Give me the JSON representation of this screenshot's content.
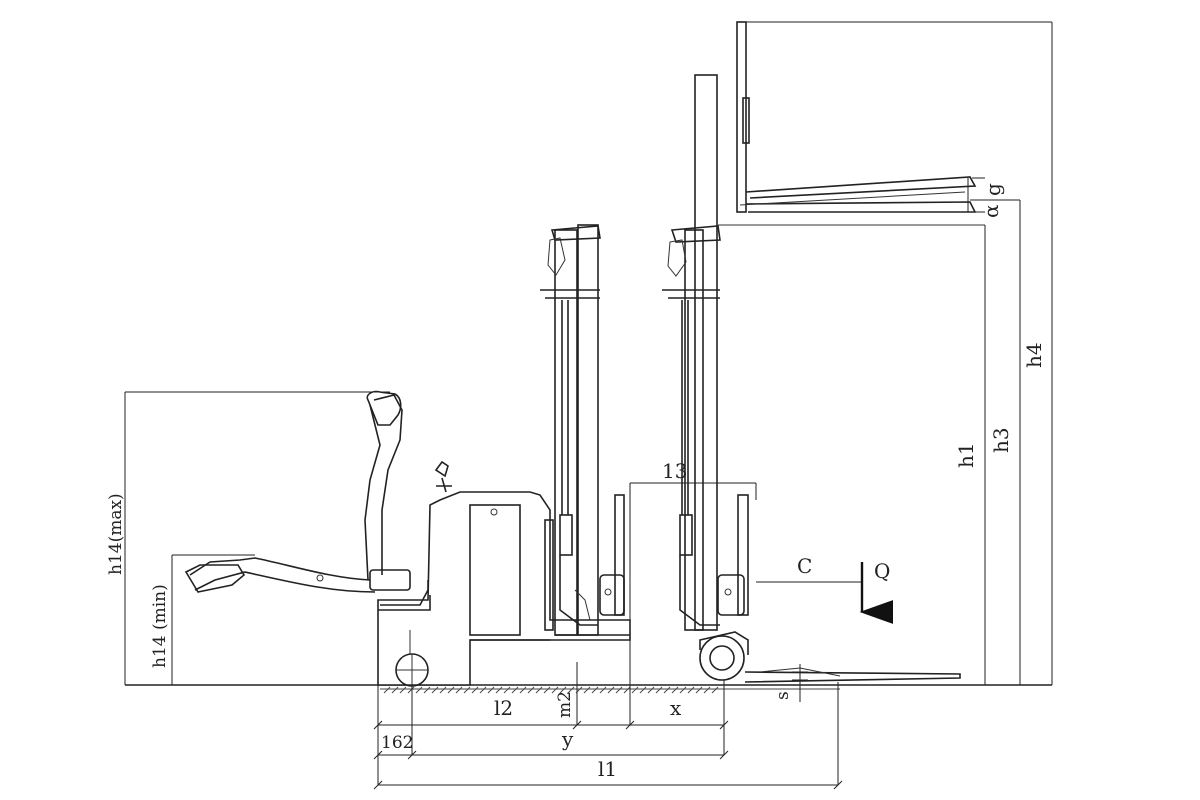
{
  "dimension_labels": {
    "h14_max": "h14(max)",
    "h14_min": "h14 (min)",
    "h1": "h1",
    "h3": "h3",
    "h4": "h4",
    "alpha": "α",
    "g": "g",
    "s": "s",
    "l1": "l1",
    "l2": "l2",
    "b13": "13",
    "m2": "m2",
    "x": "x",
    "y": "y",
    "c": "C",
    "q": "Q",
    "v162": "162"
  }
}
